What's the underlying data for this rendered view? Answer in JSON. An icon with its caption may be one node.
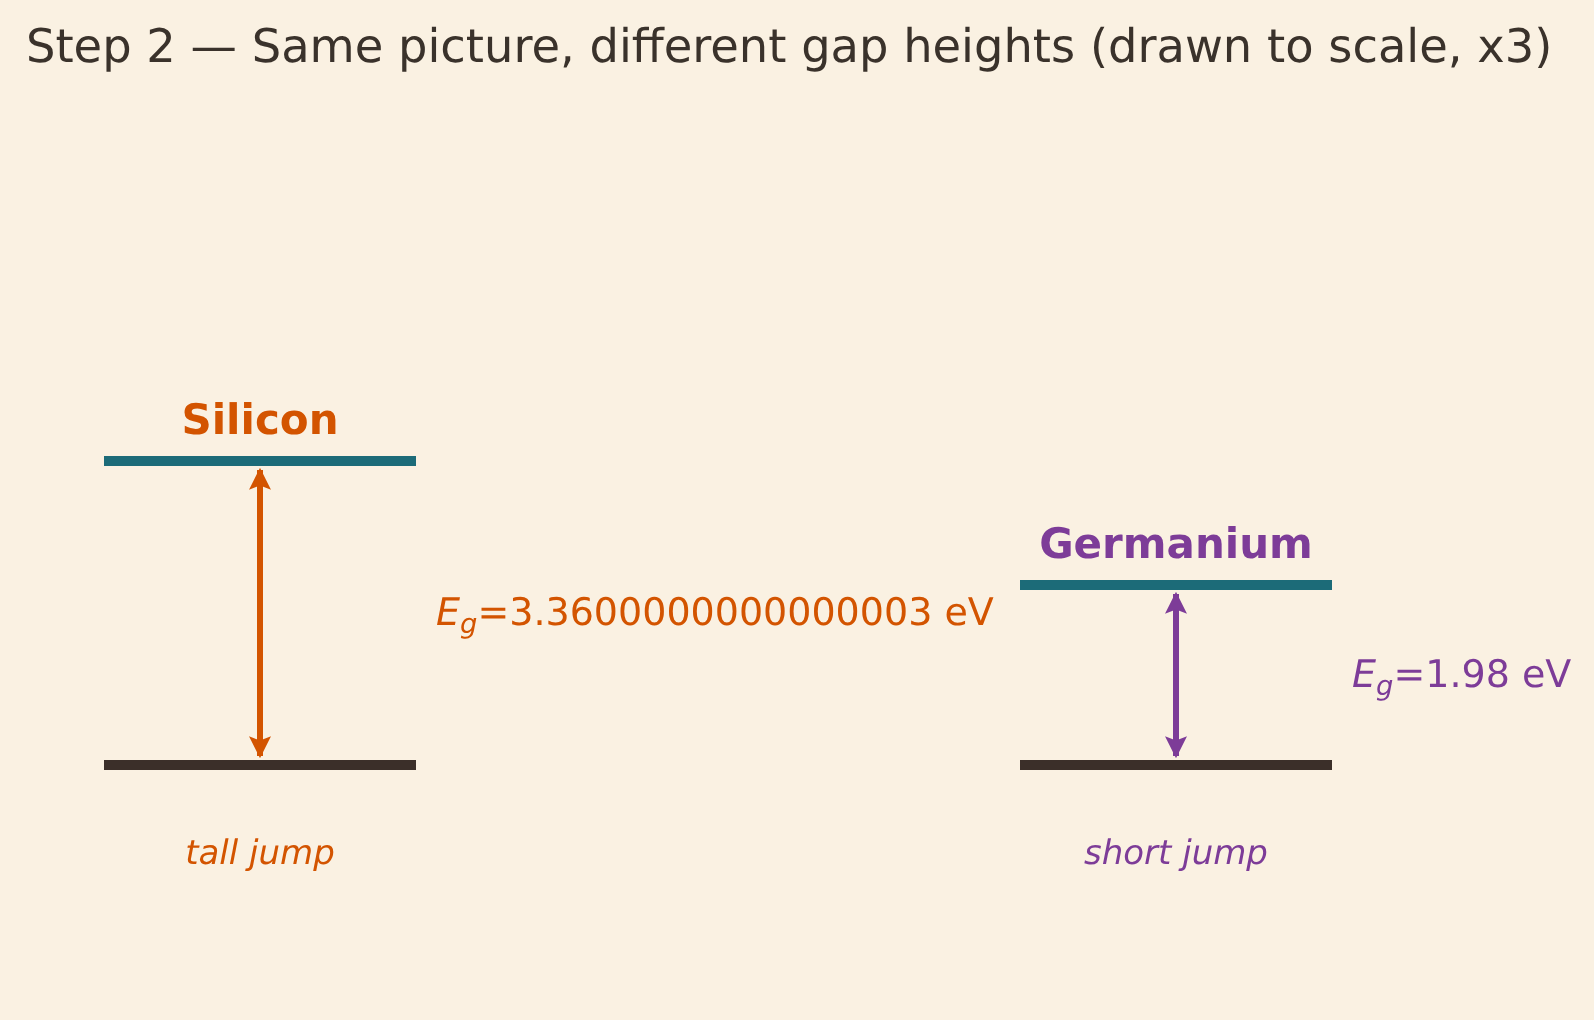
{
  "diagram": {
    "title": "Step 2 — Same picture, different gap heights (drawn to scale, x3)",
    "nodes": [
      {
        "text": [
          "Silicon"
        ]
      },
      {
        "text": [],
        "shape": "bar",
        "beside": [
          "tall jump"
        ]
      },
      {
        "text": [
          "Germanium"
        ]
      },
      {
        "text": [],
        "shape": "bar",
        "beside": [
          "short jump"
        ]
      }
    ],
    "edges": [
      {
        "from": 1,
        "to": 0,
        "arrow": "both",
        "label": "*E*$_{g}$=3.3600000000000003 eV",
        "color": "#d35400"
      },
      {
        "from": 3,
        "to": 2,
        "arrow": "both",
        "label": "*E*$_{g}$=1.98 eV",
        "color": "#7d3c98"
      }
    ]
  }
}
